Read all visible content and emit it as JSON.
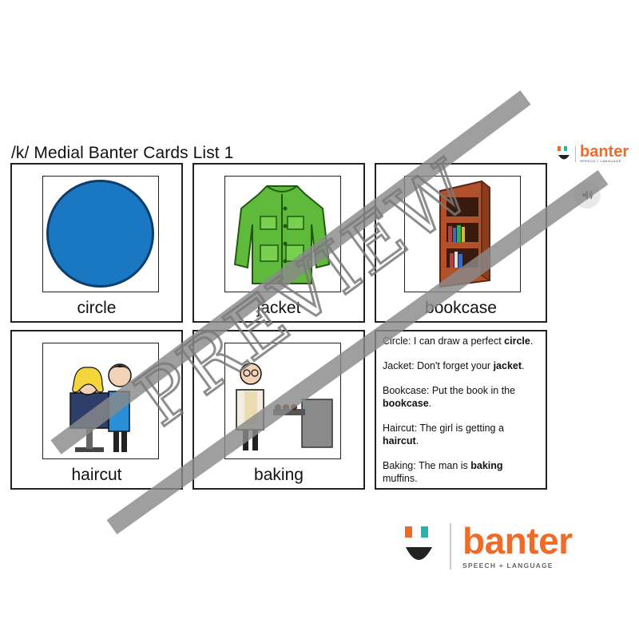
{
  "page": {
    "title": "/k/ Medial Banter Cards List 1"
  },
  "brand": {
    "name": "banter",
    "tagline": "SPEECH + LANGUAGE",
    "accent_color": "#f06a2a",
    "mark_color": "#222222"
  },
  "cards": [
    {
      "word": "circle",
      "icon": "blue-circle-icon"
    },
    {
      "word": "jacket",
      "icon": "green-jacket-icon"
    },
    {
      "word": "bookcase",
      "icon": "bookcase-icon"
    },
    {
      "word": "haircut",
      "icon": "haircut-icon"
    },
    {
      "word": "baking",
      "icon": "baking-icon"
    }
  ],
  "sentences": [
    {
      "lead": "Circle: I can draw a perfect ",
      "bold": "circle",
      "tail": "."
    },
    {
      "lead": "Jacket: Don't forget your ",
      "bold": "jacket",
      "tail": "."
    },
    {
      "lead": "Bookcase: Put the book in the ",
      "bold": "bookcase",
      "tail": "."
    },
    {
      "lead": "Haircut: The girl is getting a ",
      "bold": "haircut",
      "tail": "."
    },
    {
      "lead": "Baking: The man is ",
      "bold": "baking",
      "tail": " muffins."
    }
  ],
  "audio": {
    "icon": "speaker-icon"
  },
  "watermark": {
    "text": "PREVIEW",
    "color": "#8a8a8a"
  }
}
